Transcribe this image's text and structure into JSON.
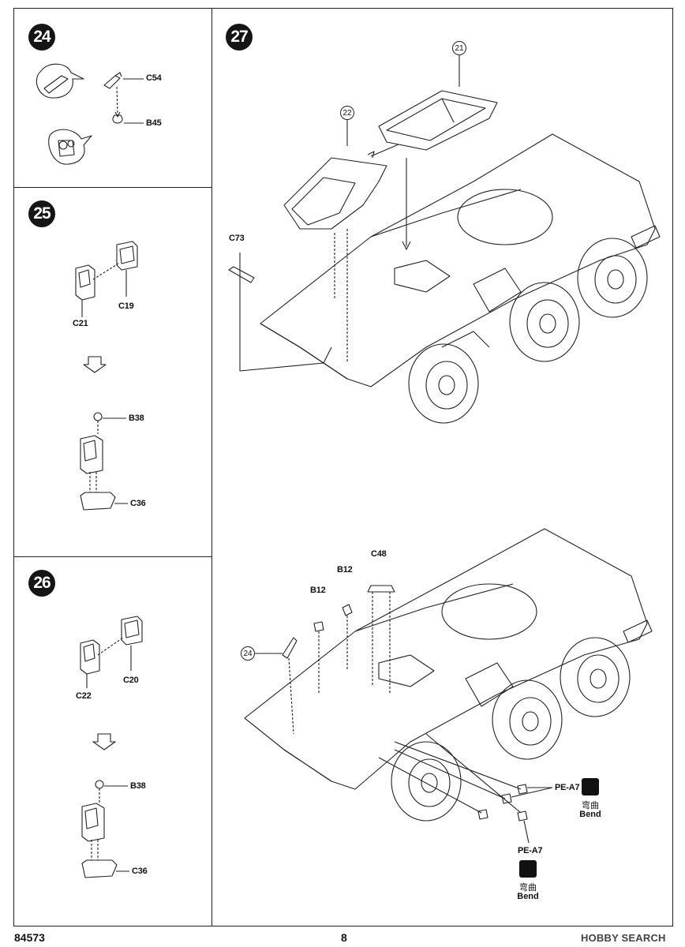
{
  "steps": {
    "s24": "24",
    "s25": "25",
    "s26": "26",
    "s27": "27"
  },
  "parts": {
    "c54": "C54",
    "b45": "B45",
    "c19": "C19",
    "c21": "C21",
    "b38a": "B38",
    "c36a": "C36",
    "c20": "C20",
    "c22": "C22",
    "b38b": "B38",
    "c36b": "C36",
    "c73": "C73",
    "c48": "C48",
    "b12a": "B12",
    "b12b": "B12",
    "pe_a7a": "PE-A7",
    "pe_a7b": "PE-A7"
  },
  "refs": {
    "r21": "21",
    "r22": "22",
    "r24": "24"
  },
  "bend": {
    "cn": "弯曲",
    "en": "Bend"
  },
  "footer": {
    "kit_number": "84573",
    "page_number": "8"
  },
  "watermark": {
    "text": "HOBBY SEARCH"
  }
}
